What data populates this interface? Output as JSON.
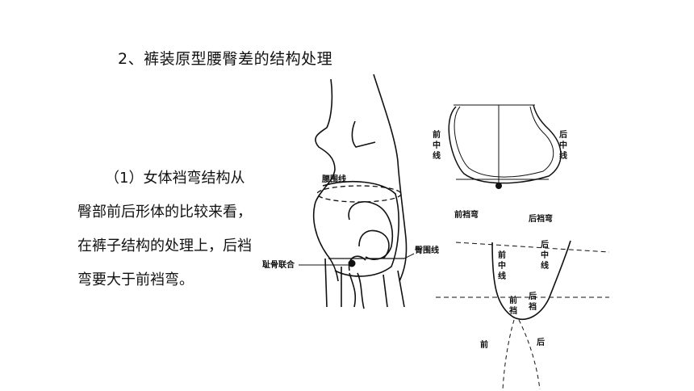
{
  "slide": {
    "title": "2、裤装原型腰臀差的结构处理",
    "paragraph": "（1）女体裆弯结构从臀部前后形体的比较来看，在裤子结构的处理上，后裆弯要大于前裆弯。"
  },
  "figure": {
    "body_labels": {
      "waist_line": "腰围线",
      "hip_line": "臀围线",
      "pubic_symphysis": "耻骨联合"
    },
    "cross_section_labels": {
      "front_center_line": [
        "前",
        "中",
        "线"
      ],
      "back_center_line": [
        "后",
        "中",
        "线"
      ],
      "front_crotch_curve": "前裆弯",
      "back_crotch_curve": "后裆弯"
    },
    "pattern_labels": {
      "front_center_line": [
        "前",
        "中",
        "线"
      ],
      "back_center_line": [
        "后",
        "中",
        "线"
      ],
      "front_crotch": [
        "前",
        "裆"
      ],
      "back_crotch": [
        "后",
        "裆"
      ],
      "front": "前",
      "back": "后"
    }
  }
}
